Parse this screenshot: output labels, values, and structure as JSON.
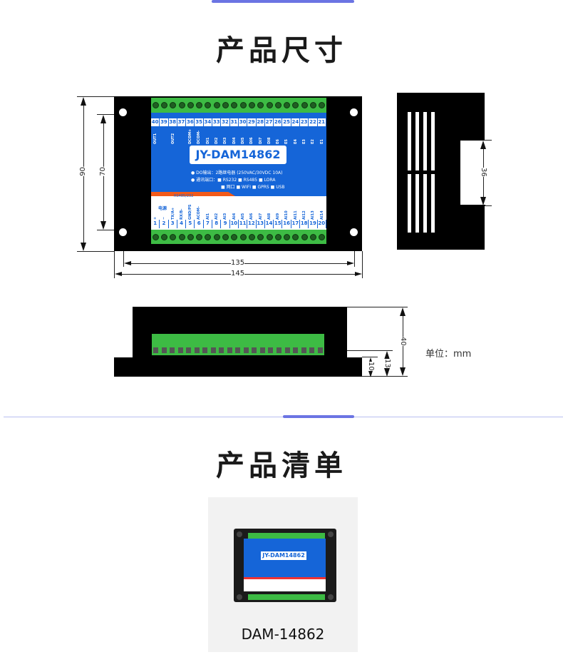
{
  "sections": {
    "dimensions_title": "产品尺寸",
    "packing_title": "产品清单"
  },
  "device": {
    "model": "JY-DAM14862",
    "top_numbers": [
      "40",
      "39",
      "38",
      "37",
      "36",
      "35",
      "34",
      "33",
      "32",
      "31",
      "30",
      "29",
      "28",
      "27",
      "26",
      "25",
      "24",
      "23",
      "22",
      "21"
    ],
    "top_labels": [
      "OUT1",
      "",
      "OUT2",
      "",
      "DCOM+",
      "DCOM-",
      "DI1",
      "DI2",
      "DI3",
      "DI4",
      "DI5",
      "DI6",
      "DI7",
      "DI8",
      "E6",
      "E5",
      "E4",
      "E3",
      "E2",
      "E1"
    ],
    "bottom_numbers": [
      "1",
      "2",
      "3",
      "4",
      "5",
      "6",
      "7",
      "8",
      "9",
      "10",
      "11",
      "12",
      "13",
      "14",
      "15",
      "16",
      "17",
      "18",
      "19",
      "20"
    ],
    "bottom_labels": [
      "+",
      "−",
      "TX/A+",
      "RX/B-",
      "GND/PS",
      "ACOM-",
      "AI1",
      "AI2",
      "AI3",
      "AI4",
      "AI5",
      "AI6",
      "AI7",
      "AI8",
      "AI9",
      "AI10",
      "AI11",
      "AI12",
      "AI13",
      "AI14"
    ],
    "power_label": "电源",
    "bus_label": "RS485/232",
    "spec_do": "● DO输出：2路继电器 (250VAC/30VDC 10A)",
    "spec_comm": "● 通讯端口：■ RS232 ■ RS485 ■ LORA",
    "spec_comm2": "■ 网口 ■ WIFI ■ GPRS ■ USB"
  },
  "dimensions": {
    "height_outer": "90",
    "height_inner": "70",
    "width_inner": "135",
    "width_outer": "145",
    "side_width": "36",
    "depth_total": "40",
    "depth_step": "13",
    "depth_base": "10",
    "unit": "单位：mm"
  },
  "product": {
    "name": "DAM-14862"
  },
  "colors": {
    "accent": "#6b74e3",
    "panel_blue": "#1565d8",
    "terminal_green": "#3dbb44",
    "stripe_orange": "#f25a1a"
  }
}
